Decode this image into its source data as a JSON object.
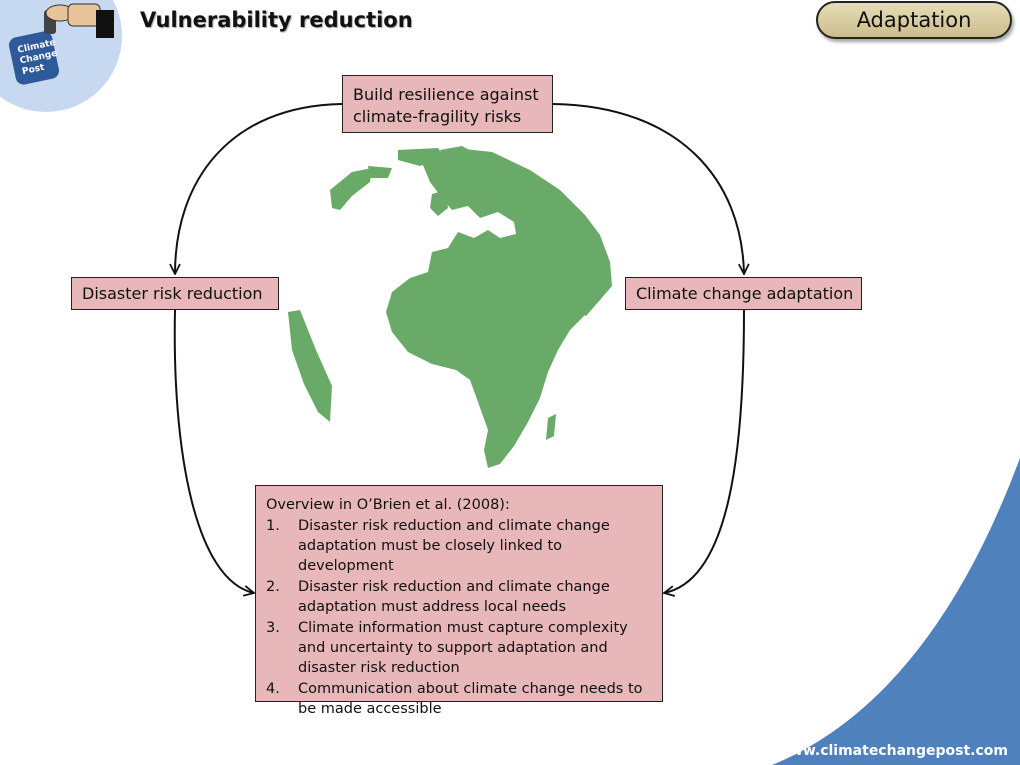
{
  "header": {
    "title": "Vulnerability reduction",
    "badge": "Adaptation"
  },
  "logo": {
    "lines": [
      "Climate",
      "Change",
      "Post"
    ]
  },
  "diagram": {
    "top_box": {
      "lines": [
        "Build resilience against",
        "climate-fragility risks"
      ]
    },
    "left_box": {
      "label": "Disaster risk reduction"
    },
    "right_box": {
      "label": "Climate change adaptation"
    },
    "overview": {
      "heading": "Overview in O’Brien et al. (2008):",
      "items": [
        {
          "num": "1.",
          "text": "Disaster risk reduction and climate change adaptation must be closely linked to development"
        },
        {
          "num": "2.",
          "text": "Disaster risk reduction and climate change adaptation must address local needs"
        },
        {
          "num": "3.",
          "text": "Climate information must capture complexity and uncertainty to support adaptation and disaster risk reduction"
        },
        {
          "num": "4.",
          "text": "Communication about climate change needs to be made accessible"
        }
      ]
    }
  },
  "footer": {
    "url": "www.climatechangepost.com"
  },
  "colors": {
    "box_fill": "#e7b7b9",
    "globe_land": "#6aaa68",
    "accent_blue": "#4f81bd",
    "logo_circle": "#c6d9f1"
  },
  "icons": [
    "hand-stamp-icon",
    "globe-icon",
    "arrow-icon"
  ]
}
